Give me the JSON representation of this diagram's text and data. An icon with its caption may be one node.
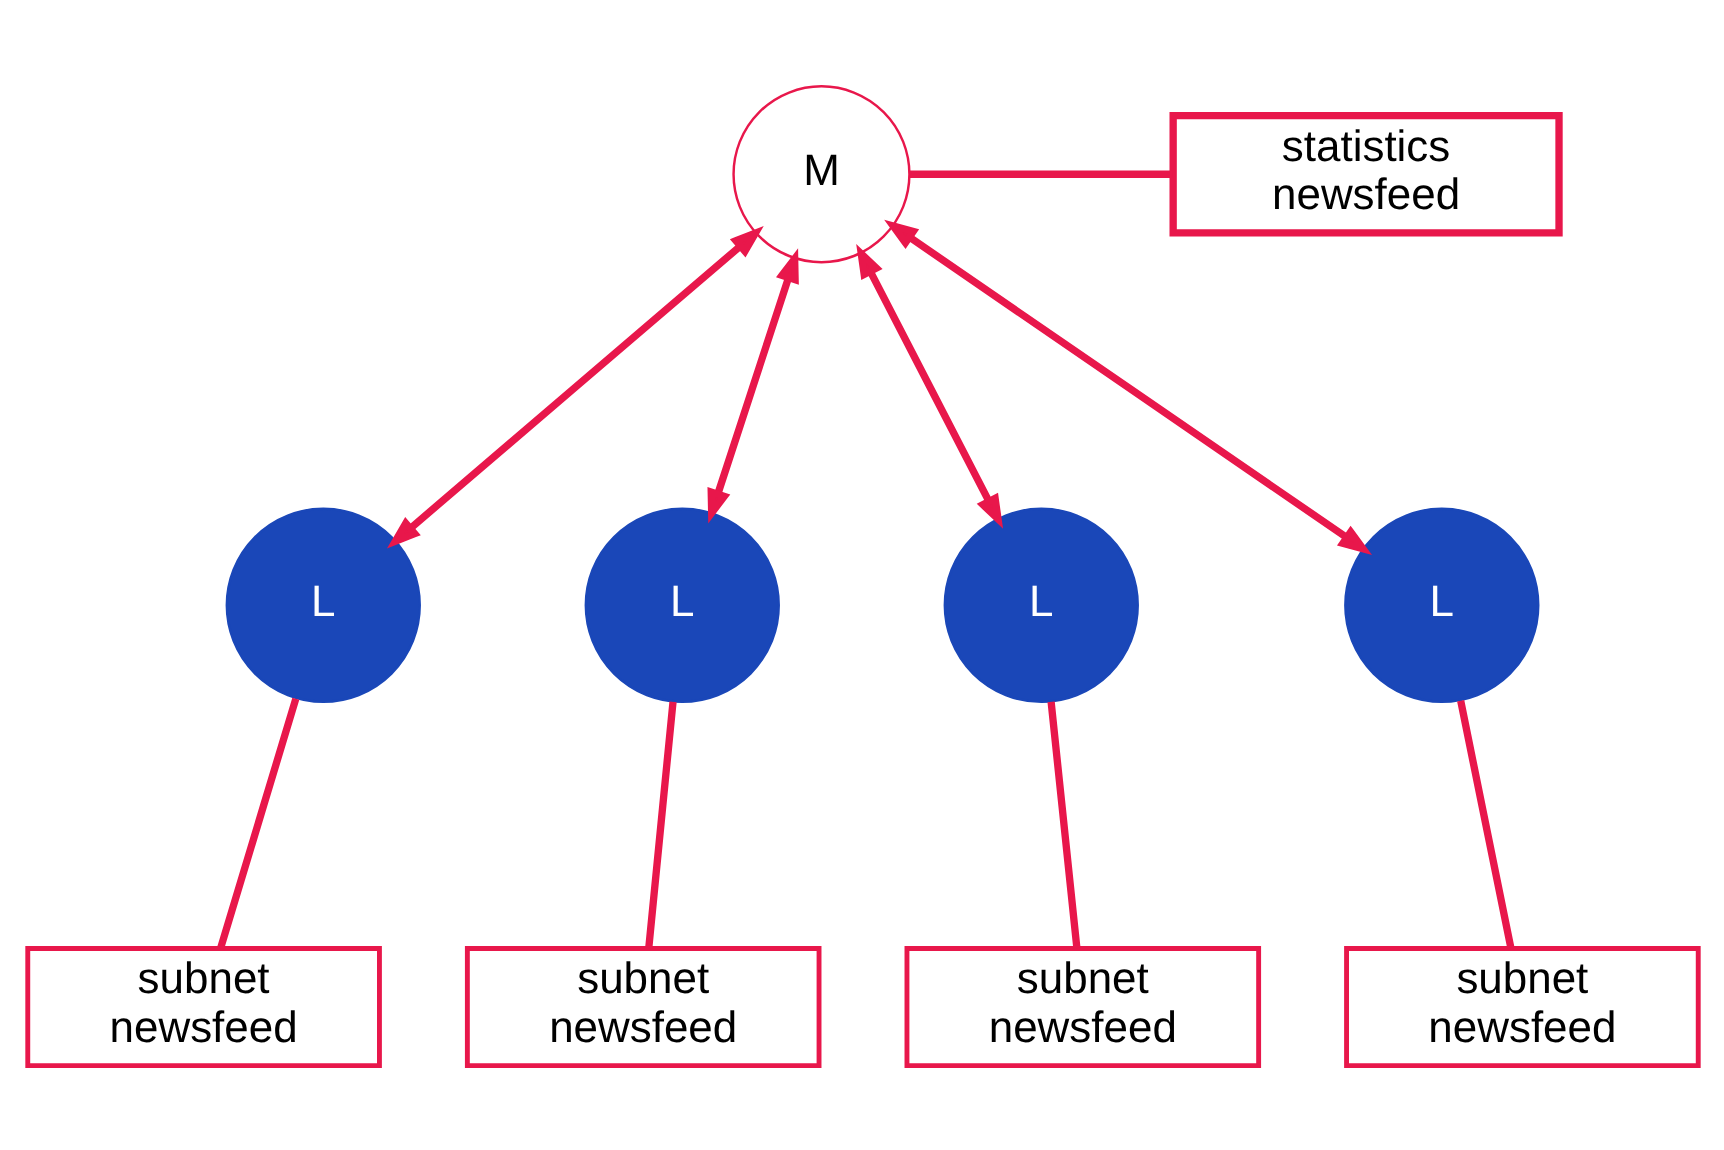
{
  "diagram": {
    "nodes": [
      {
        "text": [
          "M"
        ]
      },
      {
        "text": [
          "statistics newsfeed"
        ]
      },
      {
        "text": [
          "L"
        ]
      },
      {
        "text": [
          "L"
        ]
      },
      {
        "text": [
          "L"
        ]
      },
      {
        "text": [
          "L"
        ]
      },
      {
        "text": [
          "subnet newsfeed"
        ]
      },
      {
        "text": [
          "subnet newsfeed"
        ]
      },
      {
        "text": [
          "subnet newsfeed"
        ]
      },
      {
        "text": [
          "subnet newsfeed"
        ]
      }
    ],
    "edges": [
      {
        "from": 0,
        "to": 1,
        "arrow": "none"
      },
      {
        "from": 0,
        "to": 2,
        "arrow": "both"
      },
      {
        "from": 0,
        "to": 3,
        "arrow": "both"
      },
      {
        "from": 0,
        "to": 4,
        "arrow": "both"
      },
      {
        "from": 0,
        "to": 5,
        "arrow": "both"
      },
      {
        "from": 2,
        "to": 6,
        "arrow": "none"
      },
      {
        "from": 3,
        "to": 7,
        "arrow": "none"
      },
      {
        "from": 4,
        "to": 8,
        "arrow": "none"
      },
      {
        "from": 5,
        "to": 9,
        "arrow": "none"
      }
    ]
  }
}
